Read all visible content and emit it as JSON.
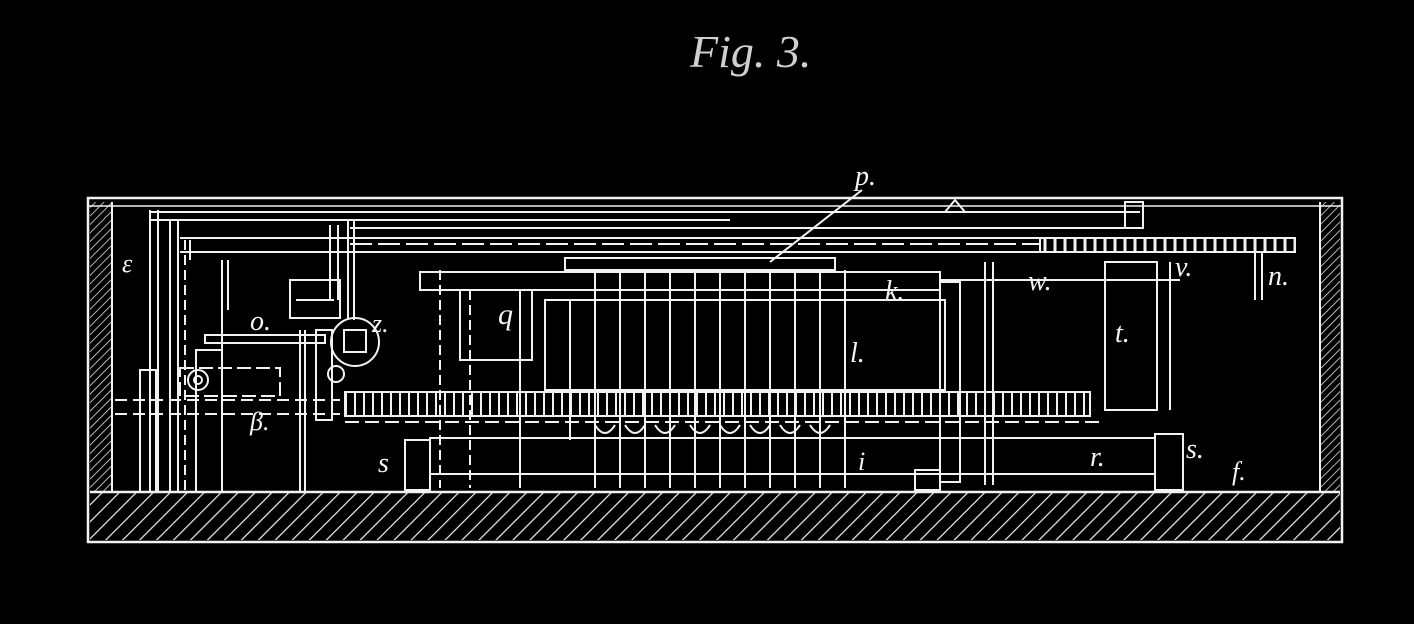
{
  "figure": {
    "title": "Fig. 3.",
    "colors": {
      "background": "#000000",
      "line": "#f2f2f2",
      "title": "#cfcfcf"
    }
  },
  "labels": {
    "epsilon": "ε",
    "p": "p.",
    "v": "v.",
    "n": "n.",
    "w": "w.",
    "k": "k.",
    "t_right": "t.",
    "l": "l.",
    "q": "q",
    "o": "o.",
    "z": "z.",
    "beta": "β.",
    "s_left": "s",
    "s_right": "s.",
    "r": "r.",
    "i": "i",
    "f": "f."
  }
}
